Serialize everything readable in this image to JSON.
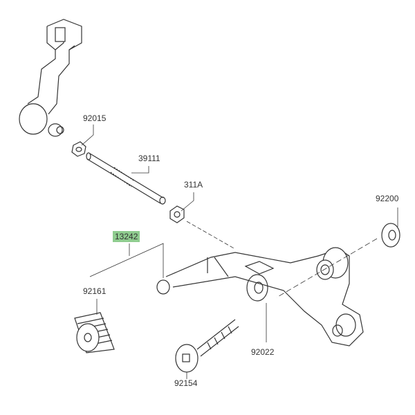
{
  "labels": {
    "p92015": "92015",
    "p39111": "39111",
    "p311A": "311A",
    "p92200": "92200",
    "p13242": "13242",
    "p92161": "92161",
    "p92022": "92022",
    "p92154": "92154"
  },
  "colors": {
    "highlight": "#8fcc8f",
    "line": "#333333"
  }
}
